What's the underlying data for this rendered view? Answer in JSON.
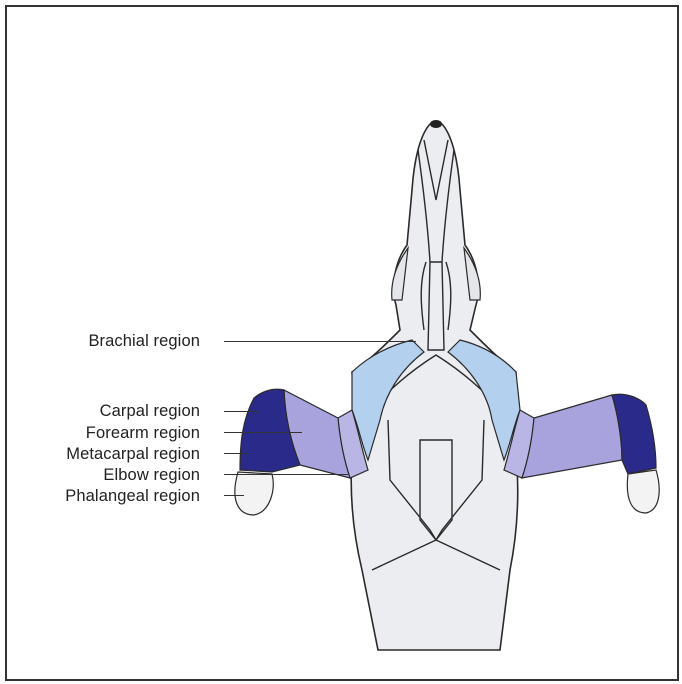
{
  "labels": {
    "brachial": "Brachial region",
    "carpal": "Carpal region",
    "forearm": "Forearm region",
    "metacarpal": "Metacarpal region",
    "elbow": "Elbow region",
    "phalangeal": "Phalangeal region"
  },
  "colors": {
    "brachial": "#b3d0ee",
    "forearm": "#a8a3dc",
    "elbow": "#b9b6e6",
    "carpal_metacarpal": "#2a2a8a",
    "body": "#ecedf0",
    "outline": "#2a2a2a"
  }
}
